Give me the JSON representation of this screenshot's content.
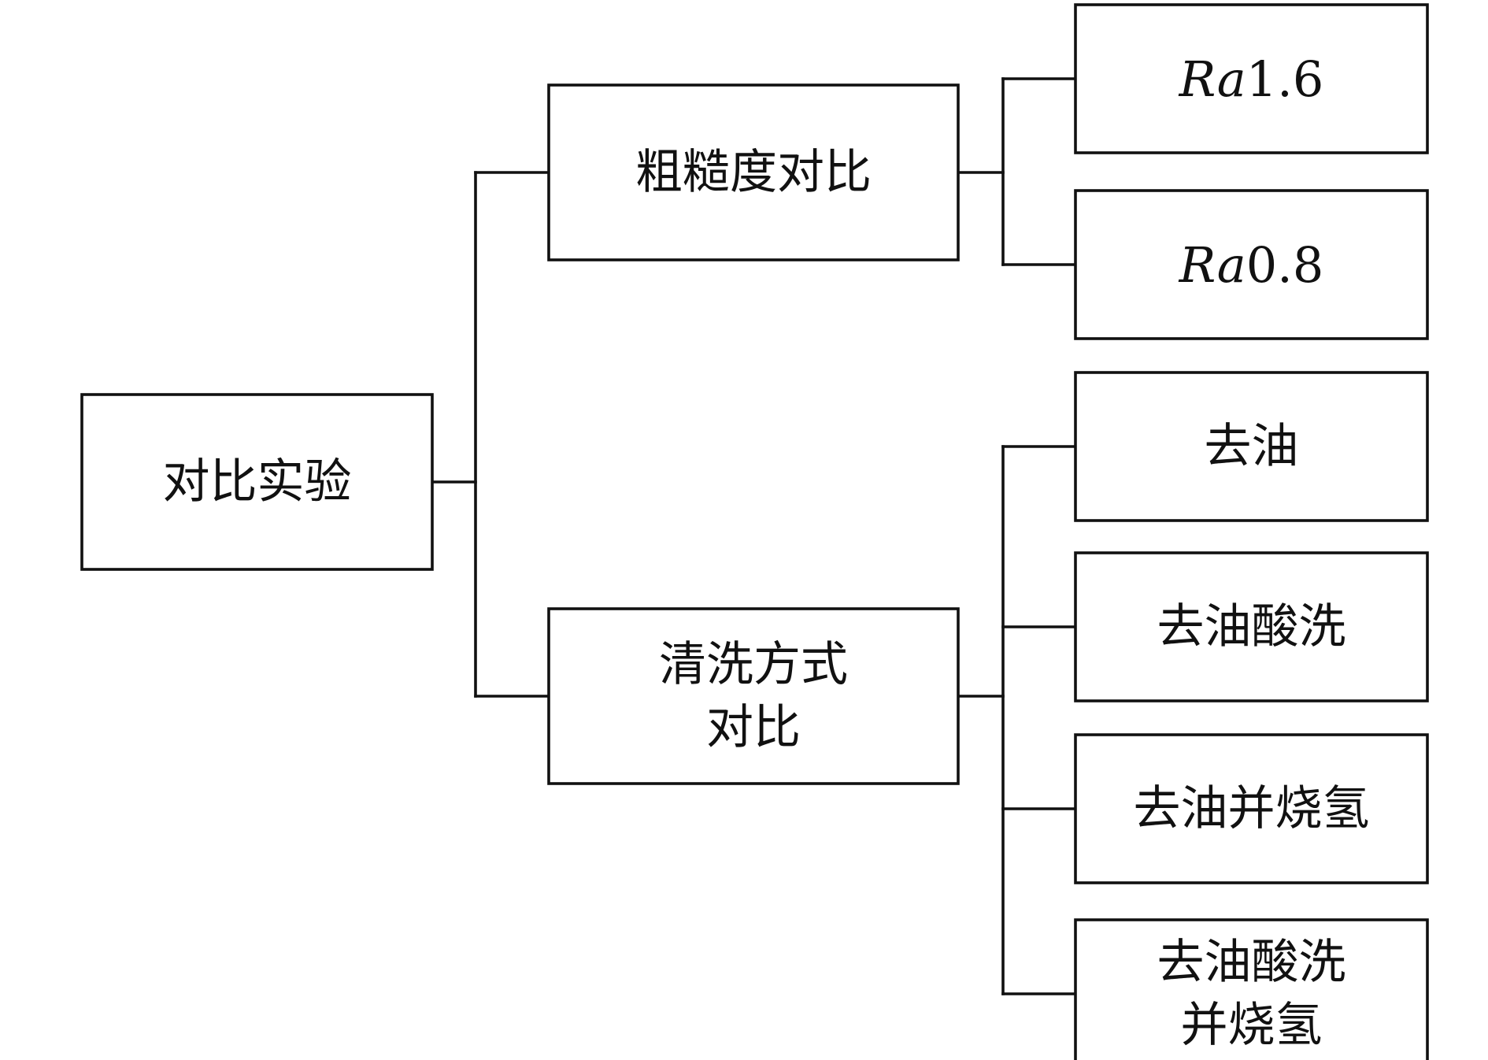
{
  "diagram": {
    "root": {
      "label": "对比实验"
    },
    "branches": [
      {
        "label_lines": [
          "粗糙度对比"
        ],
        "children": [
          {
            "lines": [
              [
                {
                  "text": "Ra",
                  "italic": true
                },
                {
                  "text": "1.6",
                  "italic": false
                }
              ]
            ]
          },
          {
            "lines": [
              [
                {
                  "text": "Ra",
                  "italic": true
                },
                {
                  "text": "0.8",
                  "italic": false
                }
              ]
            ]
          }
        ]
      },
      {
        "label_lines": [
          "清洗方式",
          "对比"
        ],
        "children": [
          {
            "lines": [
              [
                {
                  "text": "去油",
                  "italic": false
                }
              ]
            ]
          },
          {
            "lines": [
              [
                {
                  "text": "去油酸洗",
                  "italic": false
                }
              ]
            ]
          },
          {
            "lines": [
              [
                {
                  "text": "去油并烧氢",
                  "italic": false
                }
              ]
            ]
          },
          {
            "lines": [
              [
                {
                  "text": "去油酸洗",
                  "italic": false
                }
              ],
              [
                {
                  "text": "并烧氢",
                  "italic": false
                }
              ]
            ]
          }
        ]
      }
    ]
  }
}
